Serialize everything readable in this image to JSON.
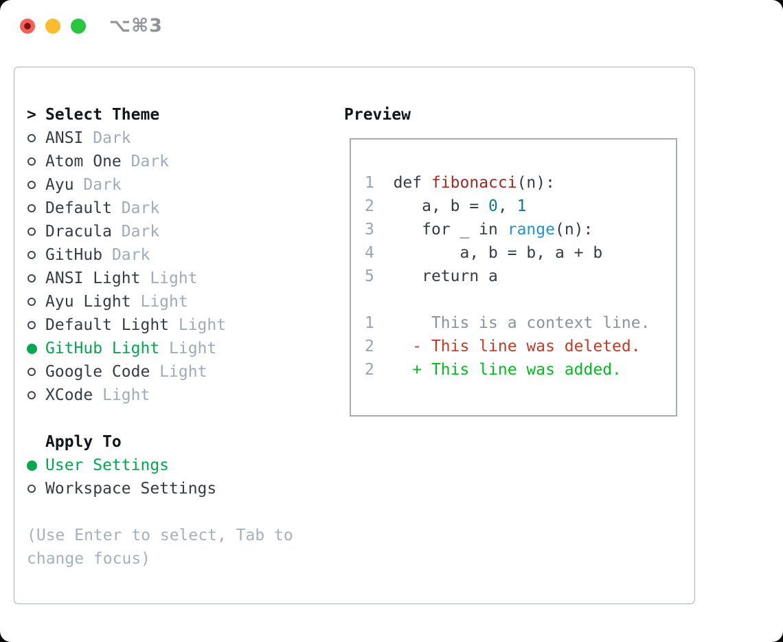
{
  "window": {
    "title_shortcut": "⌥⌘3"
  },
  "colors": {
    "traffic-red": "#f45f56",
    "traffic-red-dot": "#7c1311",
    "traffic-yellow": "#fdbc2e",
    "traffic-green": "#28c73f",
    "frame-border": "#a9b0ba",
    "preview-border": "#a4acb6",
    "text-main": "#363c45",
    "text-strong": "#121519",
    "ring": "#40464e",
    "badge-gray": "#9fabb9",
    "help-gray": "#a6b0bd",
    "lineno-gray": "#98a3b2",
    "ctx-gray": "#8b929c",
    "accent-green": "#00a94f",
    "add-green": "#00bd1f",
    "del-red": "#c43a28",
    "fn-red": "#a8251e",
    "num-teal": "#0e7a8b",
    "call-blue": "#1d95d2"
  },
  "panel": {
    "select_theme": {
      "prefix": ">",
      "title": "Select Theme"
    },
    "themes": [
      {
        "name": "ANSI",
        "badge": "Dark",
        "selected": false
      },
      {
        "name": "Atom One",
        "badge": "Dark",
        "selected": false
      },
      {
        "name": "Ayu",
        "badge": "Dark",
        "selected": false
      },
      {
        "name": "Default",
        "badge": "Dark",
        "selected": false
      },
      {
        "name": "Dracula",
        "badge": "Dark",
        "selected": false
      },
      {
        "name": "GitHub",
        "badge": "Dark",
        "selected": false
      },
      {
        "name": "ANSI Light",
        "badge": "Light",
        "selected": false
      },
      {
        "name": "Ayu Light",
        "badge": "Light",
        "selected": false
      },
      {
        "name": "Default Light",
        "badge": "Light",
        "selected": false
      },
      {
        "name": "GitHub Light",
        "badge": "Light",
        "selected": true
      },
      {
        "name": "Google Code",
        "badge": "Light",
        "selected": false
      },
      {
        "name": "XCode",
        "badge": "Light",
        "selected": false
      }
    ],
    "apply_to": {
      "title": "Apply To",
      "options": [
        {
          "name": "User Settings",
          "selected": true
        },
        {
          "name": "Workspace Settings",
          "selected": false
        }
      ]
    },
    "help_lines": [
      "(Use Enter to select, Tab to",
      "change focus)"
    ]
  },
  "preview": {
    "title": "Preview",
    "lines": [
      {
        "segments": [
          {
            "t": "1",
            "c": "lineno"
          },
          {
            "t": "  ",
            "c": "code"
          },
          {
            "t": "def ",
            "c": "code"
          },
          {
            "t": "fibonacci",
            "c": "function"
          },
          {
            "t": "(n):",
            "c": "code"
          }
        ]
      },
      {
        "segments": [
          {
            "t": "2",
            "c": "lineno"
          },
          {
            "t": "     a, b = ",
            "c": "code"
          },
          {
            "t": "0",
            "c": "number"
          },
          {
            "t": ", ",
            "c": "code"
          },
          {
            "t": "1",
            "c": "number"
          }
        ]
      },
      {
        "segments": [
          {
            "t": "3",
            "c": "lineno"
          },
          {
            "t": "     for _ in ",
            "c": "code"
          },
          {
            "t": "range",
            "c": "builtin"
          },
          {
            "t": "(n):",
            "c": "code"
          }
        ]
      },
      {
        "segments": [
          {
            "t": "4",
            "c": "lineno"
          },
          {
            "t": "         a, b = b, a + b",
            "c": "code"
          }
        ]
      },
      {
        "segments": [
          {
            "t": "5",
            "c": "lineno"
          },
          {
            "t": "     return a",
            "c": "code"
          }
        ]
      },
      {
        "segments": [
          {
            "t": " ",
            "c": "code"
          }
        ]
      },
      {
        "segments": [
          {
            "t": "1",
            "c": "lineno"
          },
          {
            "t": "      This is a context line.",
            "c": "context"
          }
        ]
      },
      {
        "segments": [
          {
            "t": "2",
            "c": "lineno"
          },
          {
            "t": "    ",
            "c": "code"
          },
          {
            "t": "- This line was deleted.",
            "c": "deleted"
          }
        ]
      },
      {
        "segments": [
          {
            "t": "2",
            "c": "lineno"
          },
          {
            "t": "    ",
            "c": "code"
          },
          {
            "t": "+ This line was added.",
            "c": "added"
          }
        ]
      }
    ]
  }
}
